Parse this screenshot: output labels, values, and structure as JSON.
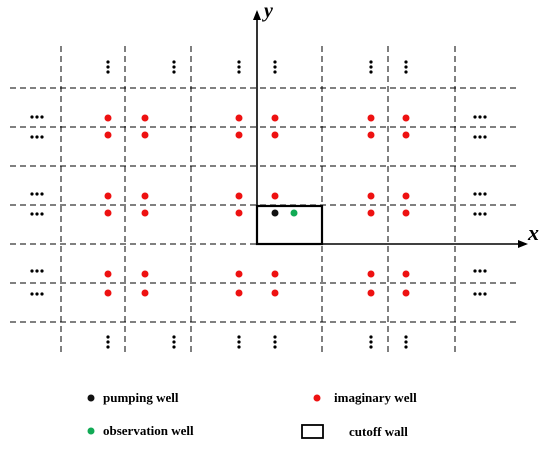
{
  "axes": {
    "x_label": "x",
    "y_label": "y"
  },
  "legend": {
    "pumping_well": "pumping well",
    "imaginary_well": "imaginary well",
    "observation_well": "observation well",
    "cutoff_wall": "cutoff wall"
  },
  "ellipsis": "…",
  "colors": {
    "pumping_well": "#111111",
    "imaginary_well": "#ee1111",
    "observation_well": "#11aa55",
    "lines": "#000000"
  }
}
